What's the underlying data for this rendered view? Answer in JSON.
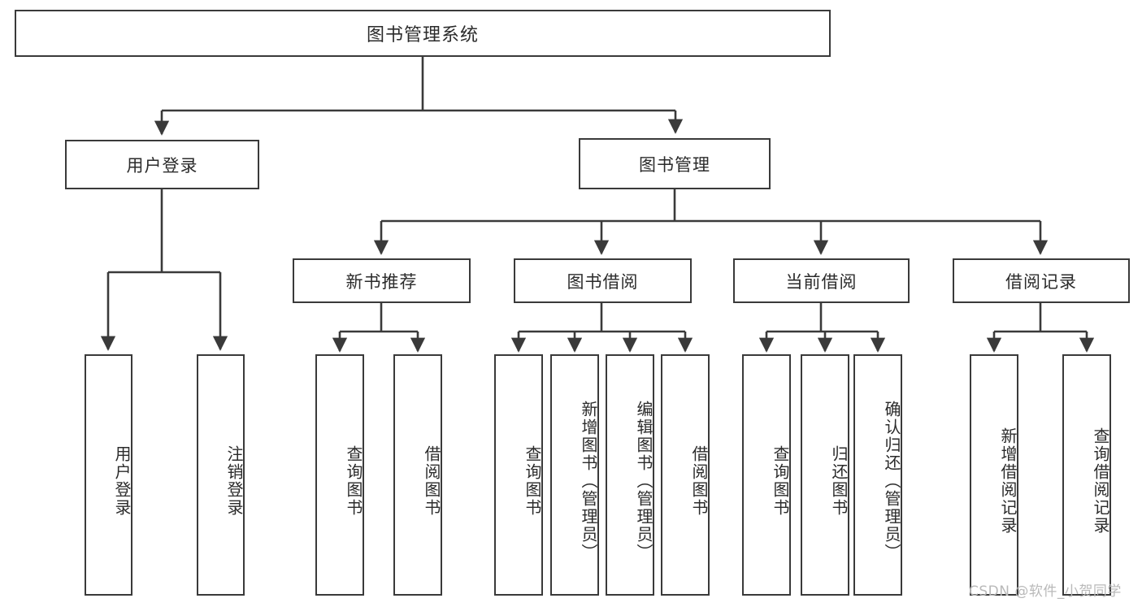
{
  "diagram": {
    "type": "tree",
    "title": "图书管理系统",
    "watermark": "CSDN @软件_小贺同学",
    "colors": {
      "box_border": "#3a3a3a",
      "box_fill": "#ffffff",
      "line": "#3a3a3a",
      "text": "#2b2b2b",
      "watermark": "#b9b9b9",
      "background": "#ffffff"
    },
    "root": {
      "label": "图书管理系统"
    },
    "level2": [
      {
        "id": "user-login",
        "label": "用户登录"
      },
      {
        "id": "book-manage",
        "label": "图书管理"
      }
    ],
    "level3": [
      {
        "id": "new-book-recommend",
        "label": "新书推荐",
        "parent": "book-manage"
      },
      {
        "id": "book-borrow",
        "label": "图书借阅",
        "parent": "book-manage"
      },
      {
        "id": "current-borrow",
        "label": "当前借阅",
        "parent": "book-manage"
      },
      {
        "id": "borrow-record",
        "label": "借阅记录",
        "parent": "book-manage"
      }
    ],
    "leaves": [
      {
        "id": "leaf-user-login",
        "label": "用户登录",
        "parent": "user-login"
      },
      {
        "id": "leaf-logout",
        "label": "注销登录",
        "parent": "user-login"
      },
      {
        "id": "leaf-query-book-1",
        "label": "查询图书",
        "parent": "new-book-recommend"
      },
      {
        "id": "leaf-borrow-book-1",
        "label": "借阅图书",
        "parent": "new-book-recommend"
      },
      {
        "id": "leaf-query-book-2",
        "label": "查询图书",
        "parent": "book-borrow"
      },
      {
        "id": "leaf-add-book",
        "label": "新增图书（管理员）",
        "parent": "book-borrow"
      },
      {
        "id": "leaf-edit-book",
        "label": "编辑图书（管理员）",
        "parent": "book-borrow"
      },
      {
        "id": "leaf-borrow-book-2",
        "label": "借阅图书",
        "parent": "book-borrow"
      },
      {
        "id": "leaf-query-book-3",
        "label": "查询图书",
        "parent": "current-borrow"
      },
      {
        "id": "leaf-return-book",
        "label": "归还图书",
        "parent": "current-borrow"
      },
      {
        "id": "leaf-confirm-return",
        "label": "确认归还（管理员）",
        "parent": "current-borrow"
      },
      {
        "id": "leaf-add-record",
        "label": "新增借阅记录",
        "parent": "borrow-record"
      },
      {
        "id": "leaf-query-record",
        "label": "查询借阅记录",
        "parent": "borrow-record"
      }
    ]
  }
}
